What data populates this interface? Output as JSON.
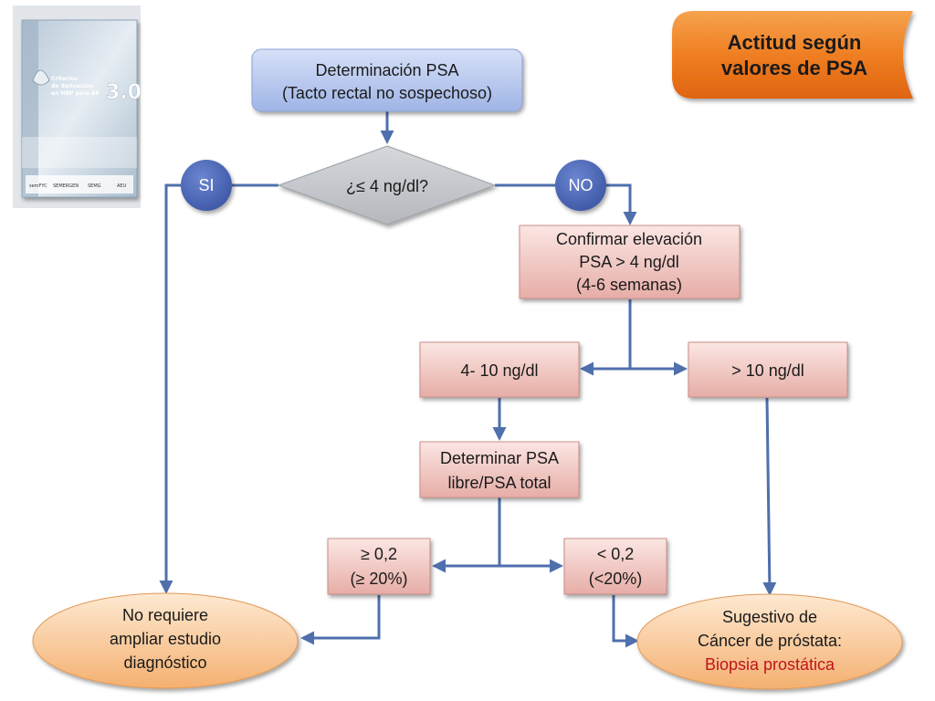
{
  "title": [
    "Actitud según",
    "valores de PSA"
  ],
  "cover": {
    "lines": [
      "Criterios",
      "de derivación",
      "en HBP para AP"
    ],
    "number": "3.0",
    "logos": [
      "semFYC",
      "SEMERGEN",
      "SEMG",
      "AEU"
    ]
  },
  "nodes": {
    "start": [
      "Determinación PSA",
      "(Tacto rectal no sospechoso)"
    ],
    "decision": "¿≤ 4 ng/dl?",
    "yes": "SI",
    "no": "NO",
    "confirm": [
      "Confirmar elevación",
      "PSA > 4 ng/dl",
      "(4-6 semanas)"
    ],
    "range_mid": "4- 10 ng/dl",
    "range_high": "> 10 ng/dl",
    "ratio": [
      "Determinar PSA",
      "libre/PSA total"
    ],
    "ratio_high": [
      "≥ 0,2",
      "(≥ 20%)"
    ],
    "ratio_low": [
      "< 0,2",
      "(<20%)"
    ],
    "no_study": [
      "No requiere",
      "ampliar estudio",
      "diagnóstico"
    ],
    "cancer": [
      "Sugestivo de",
      "Cáncer de próstata:"
    ],
    "biopsy": "Biopsia prostática"
  },
  "colors": {
    "arrow": "#4f6fad",
    "start_top": "#c7d3f2",
    "start_bottom": "#9fb4e6",
    "decision": "#c6c9cd",
    "circle": "#4a66b8",
    "box_top": "#f7dcd9",
    "box_bottom": "#e9b3ae",
    "ellipse_top": "#fde3c8",
    "ellipse_bottom": "#f5b77c",
    "title_tab": "#ef7e22",
    "biopsy_text": "#c0141c"
  }
}
